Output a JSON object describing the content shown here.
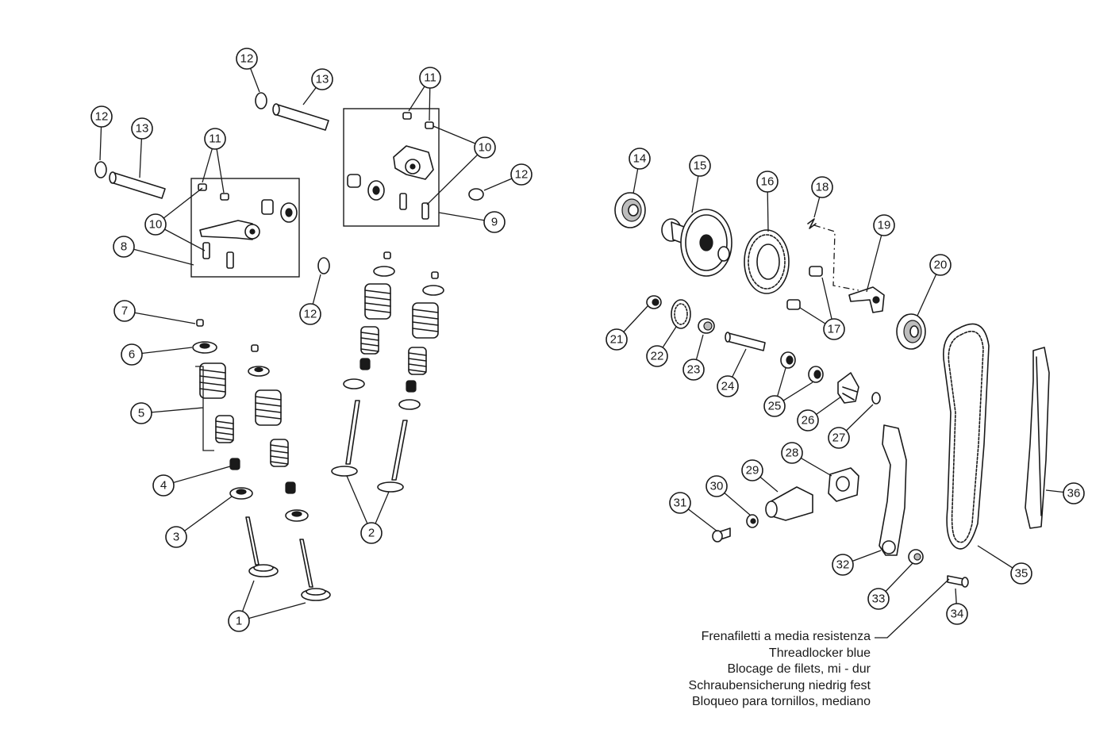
{
  "callouts": [
    "1",
    "2",
    "3",
    "4",
    "5",
    "6",
    "7",
    "8",
    "9",
    "10",
    "11",
    "12",
    "13",
    "14",
    "15",
    "16",
    "17",
    "18",
    "19",
    "20",
    "21",
    "22",
    "23",
    "24",
    "25",
    "26",
    "27",
    "28",
    "29",
    "30",
    "31",
    "32",
    "33",
    "34",
    "35",
    "36"
  ],
  "threadlocker_note": {
    "lines": [
      "Frenafiletti a media resistenza",
      "Threadlocker blue",
      "Blocage de filets, mi - dur",
      "Schraubensicherung niedrig fest",
      "Bloqueo para tornillos, mediano"
    ]
  }
}
